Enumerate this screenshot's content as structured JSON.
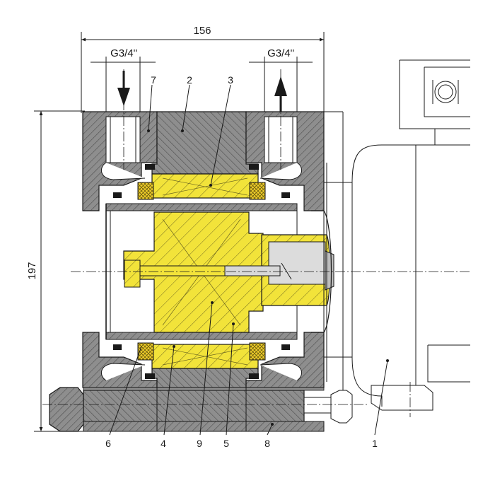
{
  "dimensions": {
    "overall_width": "156",
    "overall_height": "197",
    "port_inlet": "G3/4\"",
    "port_outlet": "G3/4\""
  },
  "callouts": [
    "7",
    "2",
    "3",
    "6",
    "4",
    "9",
    "5",
    "8",
    "1"
  ],
  "colors": {
    "steel_fill": "#8e8e8e",
    "hatch": "#4a4a4a",
    "bronze_fill": "#f2e33a",
    "seal_fill": "#f0cf2a",
    "line": "#1a1a1a"
  }
}
